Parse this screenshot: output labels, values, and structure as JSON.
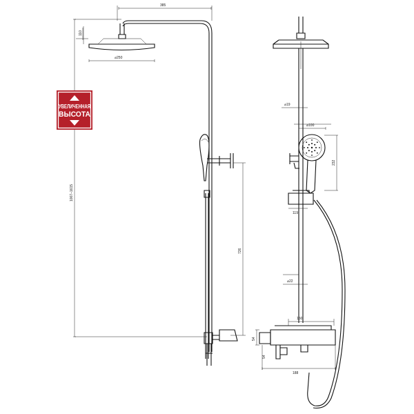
{
  "badge": {
    "line1": "УВЕЛИЧЕННАЯ",
    "line2": "ВЫСОТА",
    "color": "#b5202a"
  },
  "side_view": {
    "dims": {
      "arm_width": "385",
      "head_height": "110",
      "head_diameter": "⌀250",
      "total_height": "1007–1615",
      "rail_height": "726"
    }
  },
  "front_view": {
    "dims": {
      "pipe_diameter": "⌀19",
      "hand_diameter": "⌀100",
      "hand_length": "232",
      "holder_width": "119",
      "rail_diameter": "⌀22",
      "valve_width": "150",
      "valve_height": "54",
      "valve_depth": "54",
      "body_width": "188"
    }
  }
}
